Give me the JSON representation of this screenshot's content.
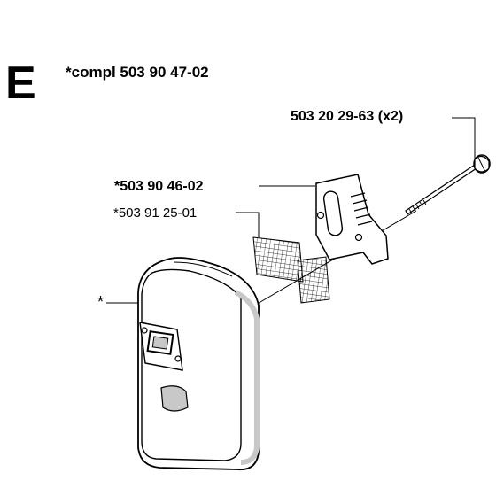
{
  "section_letter": "E",
  "assembly_title": "*compl 503 90 47-02",
  "callouts": [
    {
      "id": "bolt",
      "text": "503 20 29-63 (x2)"
    },
    {
      "id": "plate",
      "text": "*503 90 46-02"
    },
    {
      "id": "screen",
      "text": "*503 91 25-01"
    },
    {
      "id": "muffler",
      "text": "*"
    }
  ],
  "colors": {
    "line": "#000000",
    "part_fill": "#ffffff",
    "shading": "#c8c8c8"
  }
}
